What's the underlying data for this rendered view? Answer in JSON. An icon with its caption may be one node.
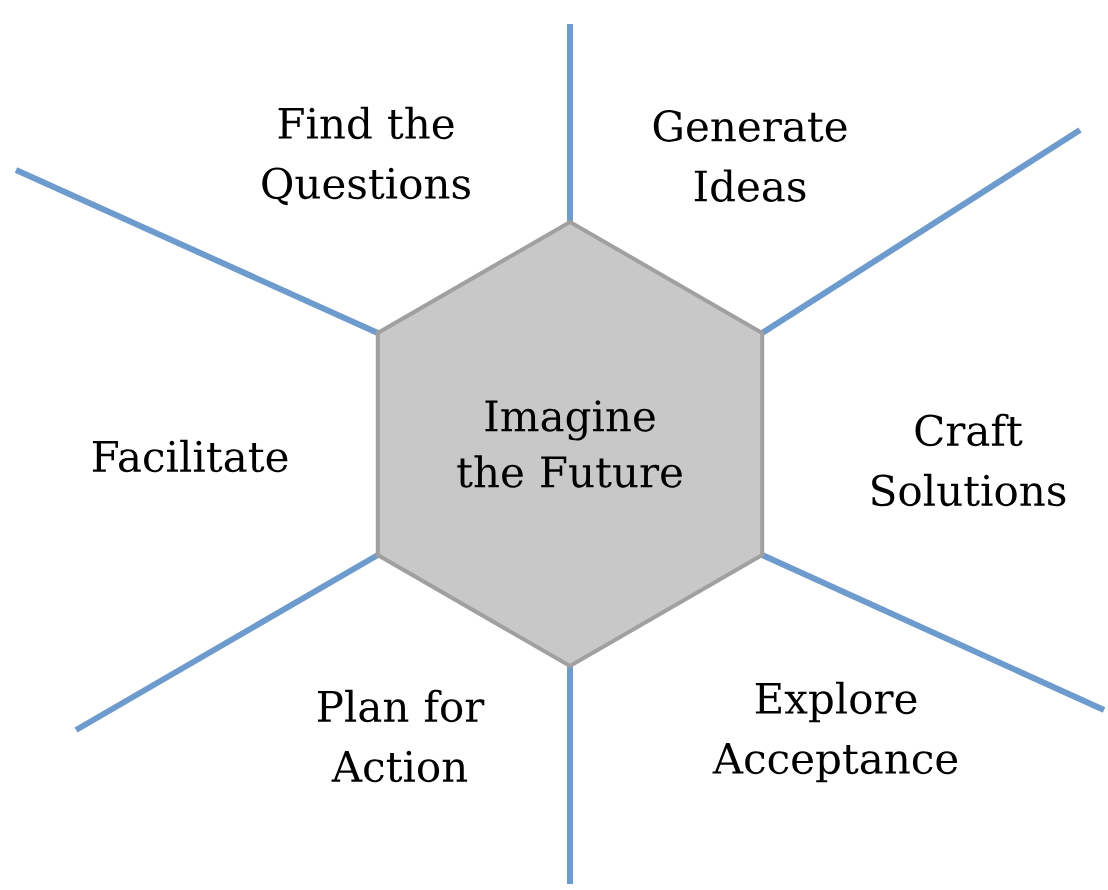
{
  "diagram": {
    "nodes": [
      {
        "text": [
          "Imagine the Future"
        ]
      }
    ],
    "labels": [
      "Find the Questions",
      "Generate Ideas",
      "Facilitate",
      "Craft Solutions",
      "Plan for Action",
      "Explore Acceptance"
    ]
  }
}
